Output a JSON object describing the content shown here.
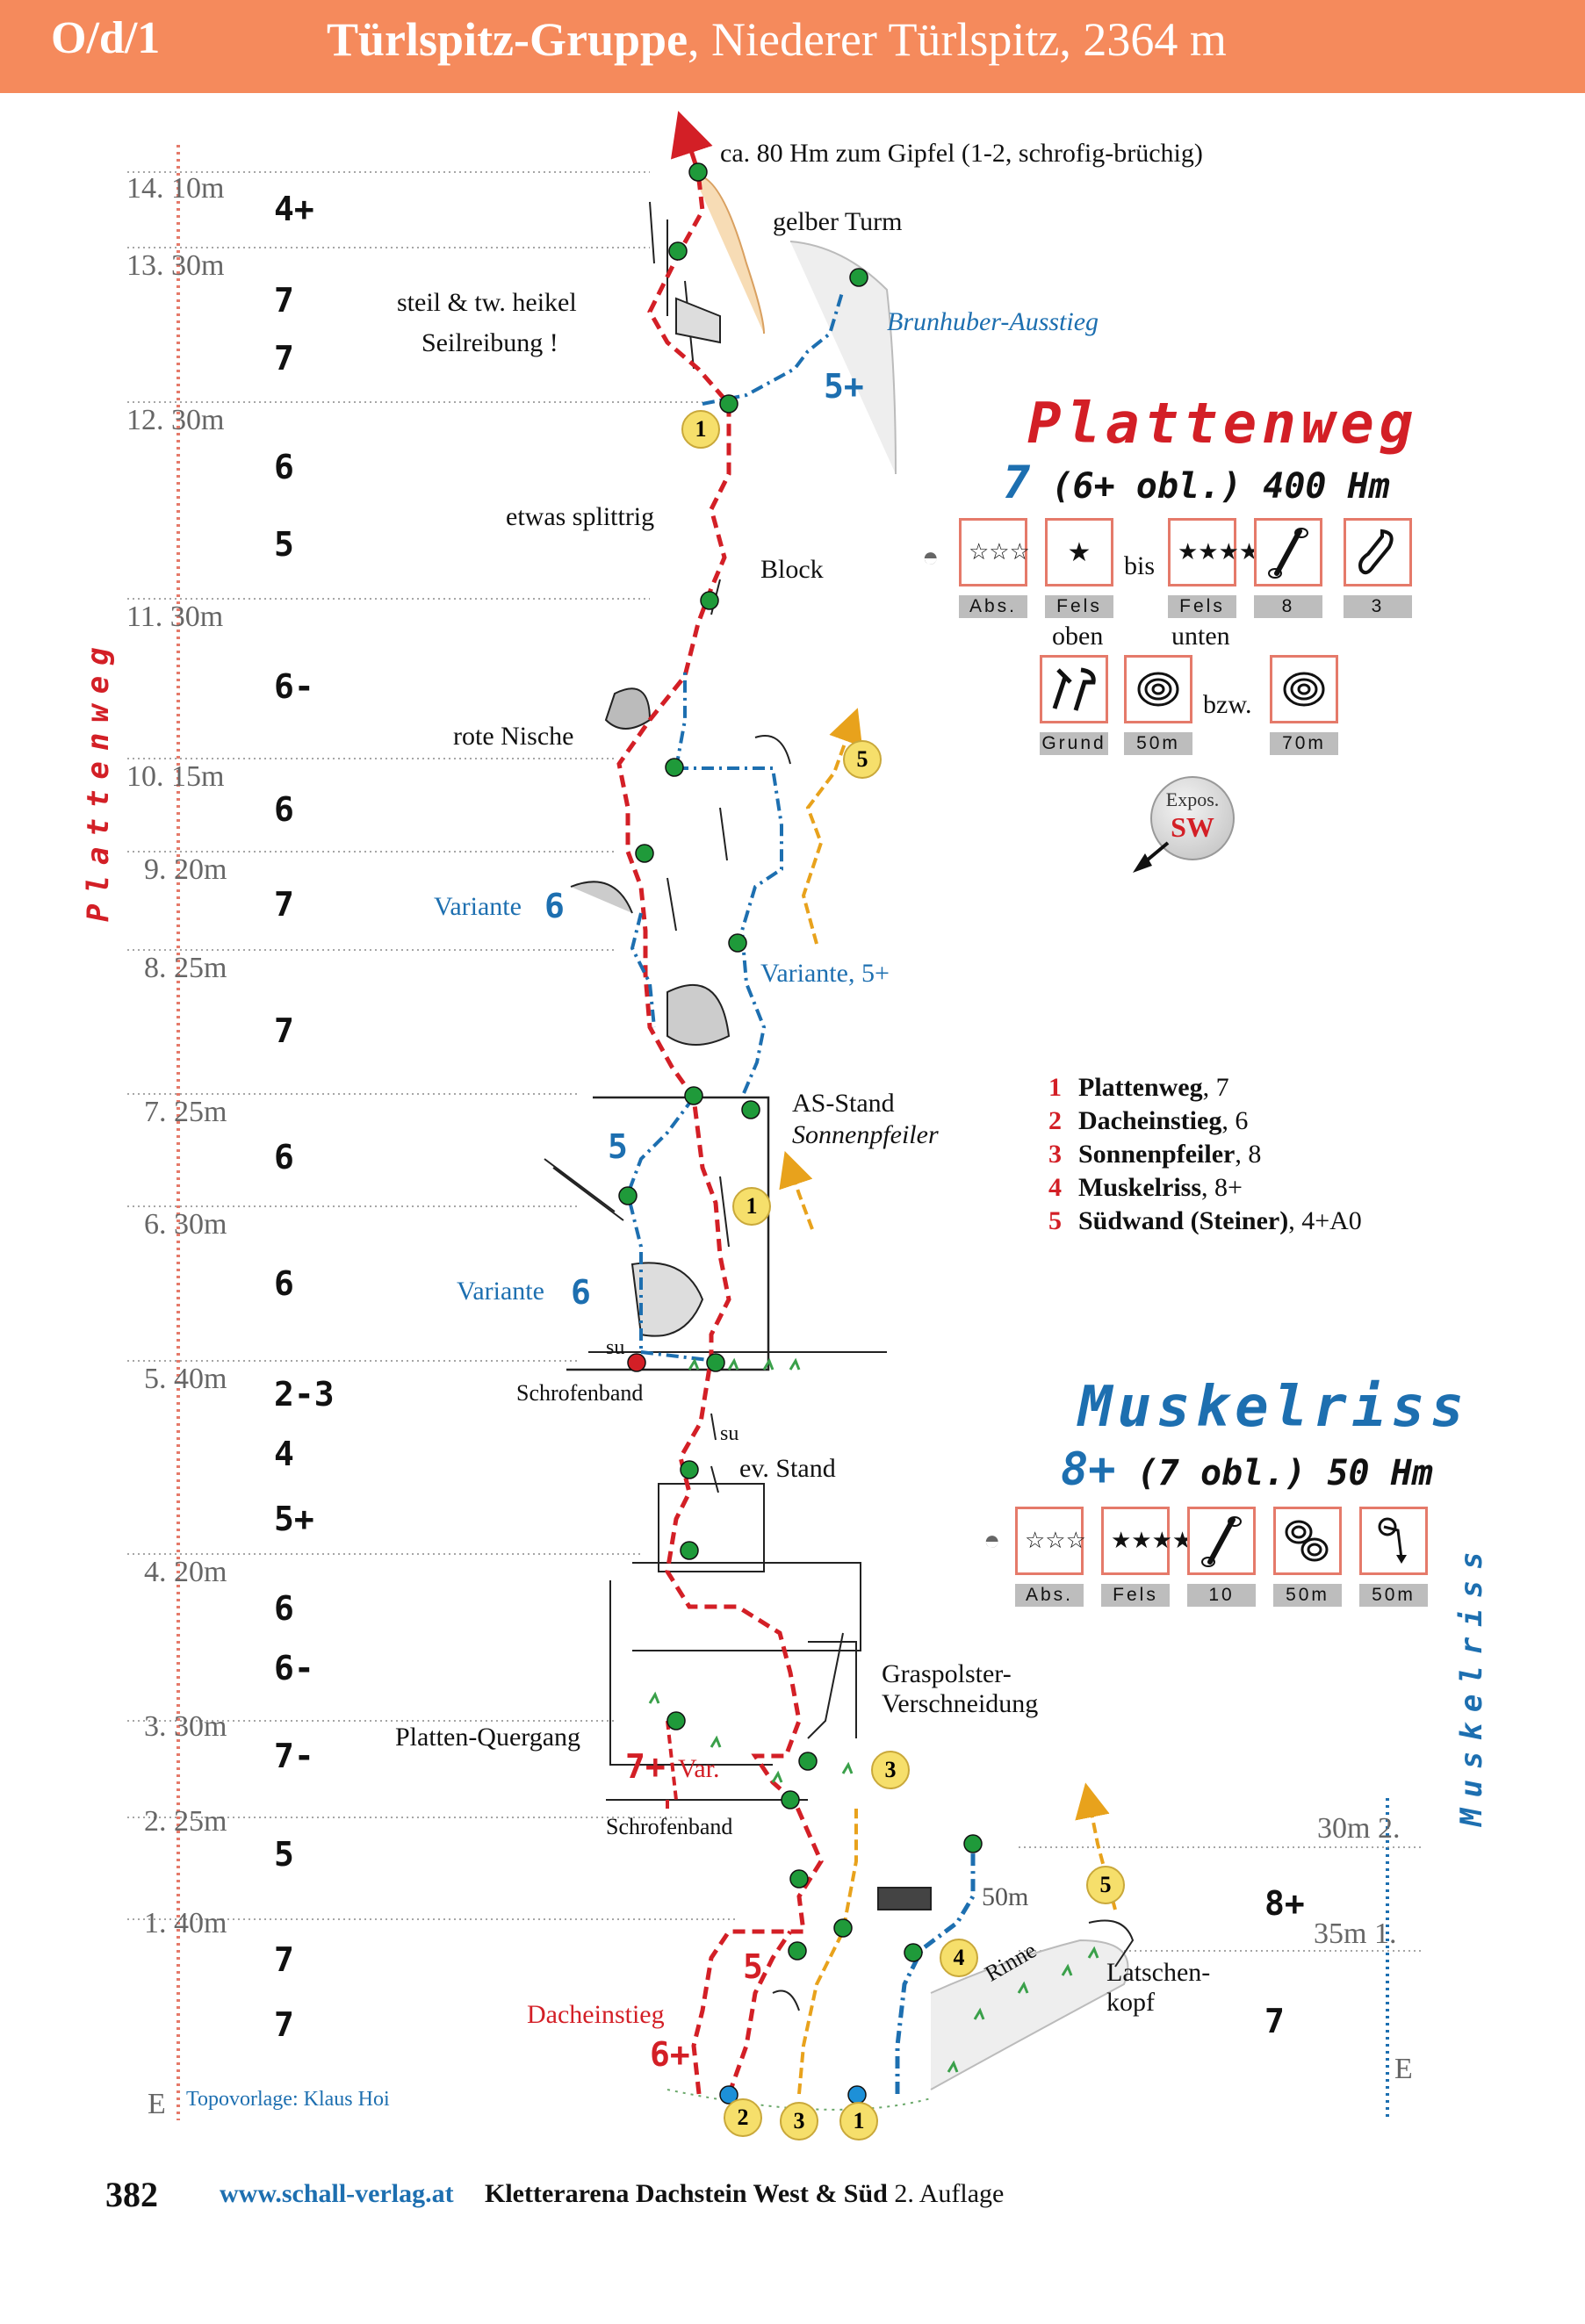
{
  "header": {
    "code": "O/d/1",
    "title_bold": "Türlspitz-Gruppe",
    "title_rest": ", Niederer Türlspitz, 2364 m"
  },
  "left_scale": {
    "label": "Plattenweg",
    "pitches": [
      {
        "label": "14. 10m",
        "grade": "4+"
      },
      {
        "label": "13. 30m",
        "grade": "7"
      },
      {
        "label": "",
        "grade": "7"
      },
      {
        "label": "12. 30m",
        "grade": "6"
      },
      {
        "label": "",
        "grade": "5"
      },
      {
        "label": "11. 30m",
        "grade": "6-"
      },
      {
        "label": "10. 15m",
        "grade": "6"
      },
      {
        "label": "9. 20m",
        "grade": "7"
      },
      {
        "label": "8. 25m",
        "grade": "7"
      },
      {
        "label": "7. 25m",
        "grade": "6"
      },
      {
        "label": "6. 30m",
        "grade": "6"
      },
      {
        "label": "5. 40m",
        "grade": "2-3"
      },
      {
        "label": "",
        "grade": "4"
      },
      {
        "label": "",
        "grade": "5+"
      },
      {
        "label": "4. 20m",
        "grade": "6"
      },
      {
        "label": "",
        "grade": "6-"
      },
      {
        "label": "3. 30m",
        "grade": "7-"
      },
      {
        "label": "2. 25m",
        "grade": "5"
      },
      {
        "label": "1. 40m",
        "grade": "7"
      },
      {
        "label": "",
        "grade": "7"
      }
    ],
    "start": "E",
    "credit": "Topovorlage: Klaus Hoi"
  },
  "right_scale": {
    "label": "Muskelriss",
    "pitches": [
      {
        "label": "30m 2.",
        "grade": "8+"
      },
      {
        "label": "35m 1.",
        "grade": "7"
      }
    ],
    "start": "E"
  },
  "annotations": {
    "summit": "ca. 80 Hm zum Gipfel (1-2, schrofig-brüchig)",
    "yellow_tower": "gelber Turm",
    "steep_line1": "steil & tw. heikel",
    "steep_line2": "Seilreibung !",
    "brunhuber": "Brunhuber-Ausstieg",
    "brunhuber_grade": "5+",
    "splintery": "etwas splittrig",
    "block": "Block",
    "red_niche": "rote Nische",
    "variant_6a": "Variante",
    "variant_6a_grade": "6",
    "variant_5plus": "Variante, 5+",
    "as_stand": "AS-Stand",
    "sonnenpfeiler": "Sonnenpfeiler",
    "grade_5_blue": "5",
    "variant_6b": "Variante",
    "variant_6b_grade": "6",
    "su1": "su",
    "schrofenband1": "Schrofenband",
    "su2": "su",
    "ev_stand": "ev. Stand",
    "platten_quergang": "Platten-Quergang",
    "var_grade": "7+",
    "var": "Var.",
    "graspolster1": "Graspolster-",
    "graspolster2": "Verschneidung",
    "schrofenband2": "Schrofenband",
    "fifty_m": "50m",
    "rinne": "Rinne",
    "latschen1": "Latschen-",
    "latschen2": "kopf",
    "dacheinstieg": "Dacheinstieg",
    "dach_grade_5": "5",
    "dach_grade_6plus": "6+"
  },
  "markers": {
    "m1a": "1",
    "m5a": "5",
    "m1b": "1",
    "m3": "3",
    "m4": "4",
    "m5b": "5",
    "s2": "2",
    "s3": "3",
    "s1": "1"
  },
  "plattenweg": {
    "title": "Plattenweg",
    "grade": "7",
    "obl": "(6+ obl.)",
    "height": "400 Hm",
    "icons_row1": [
      {
        "caption": "Abs.",
        "symbol": "☆☆☆",
        "icon": "star-outline-icon"
      },
      {
        "caption": "Fels",
        "symbol": "★",
        "icon": "star-solid-icon"
      },
      {
        "caption": "Fels",
        "symbol": "★★★★",
        "icon": "star-solid-icon"
      },
      {
        "caption": "8",
        "symbol": "",
        "icon": "quickdraw-icon"
      },
      {
        "caption": "3",
        "symbol": "",
        "icon": "sling-icon"
      }
    ],
    "bis": "bis",
    "oben": "oben",
    "unten": "unten",
    "icons_row2": [
      {
        "caption": "Grund",
        "icon": "tools-icon"
      },
      {
        "caption": "50m",
        "icon": "rope-icon"
      },
      {
        "caption": "70m",
        "icon": "rope-icon"
      }
    ],
    "bzw": "bzw.",
    "expos_label": "Expos.",
    "expos_value": "SW"
  },
  "legend": [
    {
      "num": "1",
      "name": "Plattenweg",
      "grade": ", 7"
    },
    {
      "num": "2",
      "name": "Dacheinstieg",
      "grade": ", 6"
    },
    {
      "num": "3",
      "name": "Sonnenpfeiler",
      "grade": ", 8"
    },
    {
      "num": "4",
      "name": "Muskelriss",
      "grade": ", 8+"
    },
    {
      "num": "5",
      "name": "Südwand (Steiner)",
      "grade": ", 4+A0"
    }
  ],
  "muskelriss": {
    "title": "Muskelriss",
    "grade": "8+",
    "obl": "(7 obl.)",
    "height": "50 Hm",
    "icons": [
      {
        "caption": "Abs.",
        "symbol": "☆☆☆",
        "icon": "star-outline-icon"
      },
      {
        "caption": "Fels",
        "symbol": "★★★★",
        "icon": "star-solid-icon"
      },
      {
        "caption": "10",
        "icon": "quickdraw-icon"
      },
      {
        "caption": "50m",
        "icon": "double-rope-icon"
      },
      {
        "caption": "50m",
        "icon": "abseil-icon"
      }
    ]
  },
  "footer": {
    "page": "382",
    "url": "www.schall-verlag.at",
    "book_bold": "Kletterarena Dachstein West & Süd",
    "edition": "2. Auflage"
  },
  "colors": {
    "header": "#f58a5c",
    "route_red": "#d31f26",
    "route_blue": "#1d6fb0",
    "route_orange": "#e8a21c",
    "belay_green": "#1f9a3a",
    "marker_yellow": "#f6df6b"
  }
}
